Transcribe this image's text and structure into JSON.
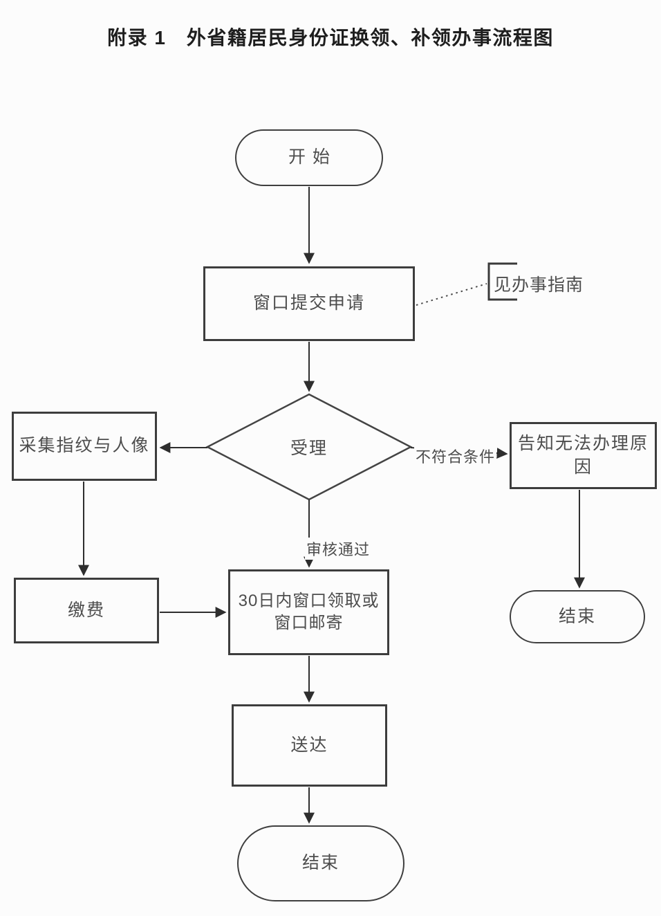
{
  "page": {
    "title": "附录 1　外省籍居民身份证换领、补领办事流程图"
  },
  "flowchart": {
    "nodes": {
      "start": {
        "label": "开始",
        "shape": "terminator"
      },
      "submit": {
        "label": "窗口提交申请",
        "shape": "process"
      },
      "accept": {
        "label": "受理",
        "shape": "decision"
      },
      "collect": {
        "label": "采集指纹与人像",
        "shape": "process"
      },
      "pay": {
        "label": "缴费",
        "shape": "process"
      },
      "pickup": {
        "label": "30日内窗口领取或窗口邮寄",
        "lines": [
          "30日内窗口领取或",
          "窗口邮寄"
        ],
        "shape": "process"
      },
      "deliver": {
        "label": "送达",
        "shape": "process"
      },
      "end_main": {
        "label": "结束",
        "shape": "terminator"
      },
      "inform": {
        "label": "告知无法办理原因",
        "lines": [
          "告知无法办理原",
          "因"
        ],
        "shape": "process"
      },
      "end_reject": {
        "label": "结束",
        "shape": "terminator"
      }
    },
    "edge_labels": {
      "rejected": "不符合条件",
      "approved": "审核通过"
    },
    "annotations": {
      "guide": "见办事指南"
    },
    "colors": {
      "line": "#3d3d3d",
      "text": "#4d4d4d",
      "background": "#fcfcfc"
    }
  }
}
